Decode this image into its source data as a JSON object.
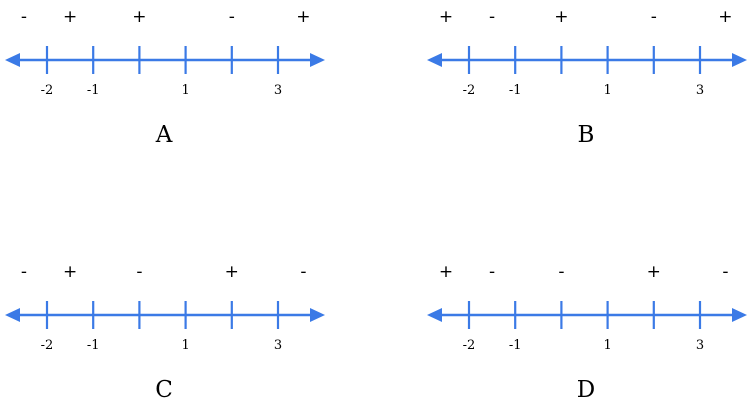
{
  "colors": {
    "axis": "#3b7ae6",
    "text": "#000000"
  },
  "tick_labels": [
    {
      "index": 0,
      "text": "-2"
    },
    {
      "index": 1,
      "text": "-1"
    },
    {
      "index": 3,
      "text": "1"
    },
    {
      "index": 5,
      "text": "3"
    }
  ],
  "panels": [
    {
      "label": "A",
      "signs": [
        "-",
        "+",
        "+",
        "-",
        "+"
      ]
    },
    {
      "label": "B",
      "signs": [
        "+",
        "-",
        "+",
        "-",
        "+"
      ]
    },
    {
      "label": "C",
      "signs": [
        "-",
        "+",
        "-",
        "+",
        "-"
      ]
    },
    {
      "label": "D",
      "signs": [
        "+",
        "-",
        "-",
        "+",
        "-"
      ]
    }
  ]
}
